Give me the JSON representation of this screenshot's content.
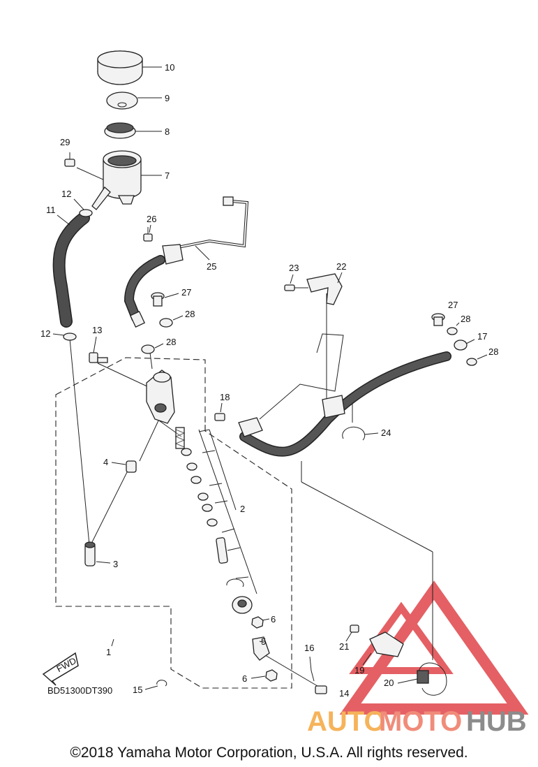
{
  "diagram": {
    "code": "BD51300DT390",
    "fwd_badge": "FWD",
    "part_numbers": [
      "1",
      "2",
      "3",
      "4",
      "5",
      "6",
      "6",
      "7",
      "8",
      "9",
      "10",
      "11",
      "12",
      "12",
      "13",
      "14",
      "15",
      "16",
      "17",
      "18",
      "19",
      "20",
      "21",
      "22",
      "23",
      "24",
      "25",
      "26",
      "27",
      "27",
      "28",
      "28",
      "28",
      "28",
      "29"
    ]
  },
  "watermark": {
    "part1": "AUTO",
    "part2": "MOTO",
    "part3": "HUB",
    "colors": {
      "auto": "#f6b35a",
      "moto": "#f08c7a",
      "hub": "#8c8c8c",
      "triangle": "#e0454a"
    }
  },
  "footer": {
    "copyright": "©2018 Yamaha Motor Corporation, U.S.A. All rights reserved."
  }
}
